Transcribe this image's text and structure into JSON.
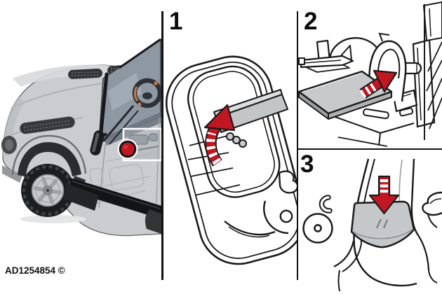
{
  "figure": {
    "kind": "vehicle-repair-instruction-diagram",
    "reference_code": "AD1254854 ©"
  },
  "overview": {
    "marker_icon": "red-location-dot-icon",
    "callout_icon": "white-callout-box",
    "marker_color": "#c01722"
  },
  "steps": [
    {
      "number": "1",
      "arrow_icon": "curved-lift-arrow-icon"
    },
    {
      "number": "2",
      "arrow_icon": "insert-right-arrow-icon"
    },
    {
      "number": "3",
      "arrow_icon": "press-down-arrow-icon"
    }
  ],
  "colors": {
    "highlight_red": "#c01722",
    "component_gray": "#c6c8ca",
    "outline_black": "#1a1a1a",
    "body_gray": "#cacccf"
  }
}
